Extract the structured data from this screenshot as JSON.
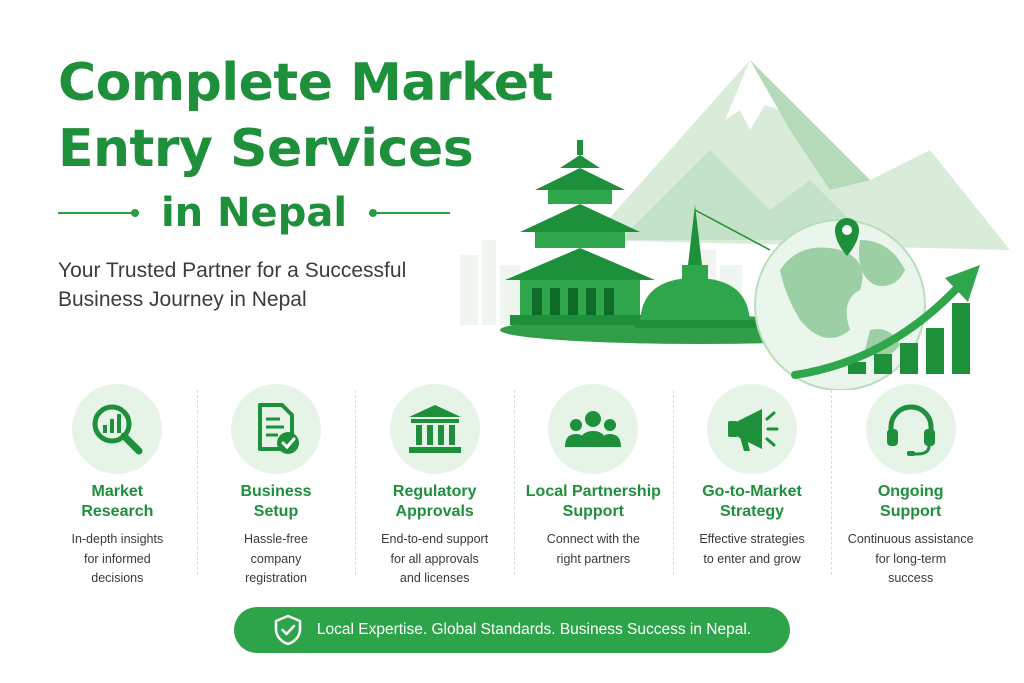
{
  "hero": {
    "title_lines": [
      "Complete Market",
      "Entry Services"
    ],
    "subtitle": "in Nepal",
    "tagline_lines": [
      "Your Trusted Partner for a Successful",
      "Business Journey in Nepal"
    ]
  },
  "services": [
    {
      "icon": "magnifier-chart-icon",
      "title_lines": [
        "Market",
        "Research"
      ],
      "desc_lines": [
        "In-depth insights",
        "for informed",
        "decisions"
      ]
    },
    {
      "icon": "document-check-icon",
      "title_lines": [
        "Business",
        "Setup"
      ],
      "desc_lines": [
        "Hassle-free",
        "company",
        "registration"
      ]
    },
    {
      "icon": "government-building-icon",
      "title_lines": [
        "Regulatory",
        "Approvals"
      ],
      "desc_lines": [
        "End-to-end support",
        "for all approvals",
        "and licenses"
      ]
    },
    {
      "icon": "people-group-icon",
      "title_lines": [
        "Local Partnership",
        "Support"
      ],
      "desc_lines": [
        "Connect with the",
        "right partners"
      ]
    },
    {
      "icon": "megaphone-icon",
      "title_lines": [
        "Go-to-Market",
        "Strategy"
      ],
      "desc_lines": [
        "Effective strategies",
        "to enter and grow"
      ]
    },
    {
      "icon": "headset-icon",
      "title_lines": [
        "Ongoing",
        "Support"
      ],
      "desc_lines": [
        "Continuous assistance",
        "for long-term",
        "success"
      ]
    }
  ],
  "banner": {
    "icon": "shield-check-icon",
    "text": "Local Expertise. Global Standards. Business Success in Nepal."
  },
  "colors": {
    "brand_green": "#1e8f3a",
    "banner_green": "#2ea44a",
    "icon_bg": "#e6f4e8"
  }
}
